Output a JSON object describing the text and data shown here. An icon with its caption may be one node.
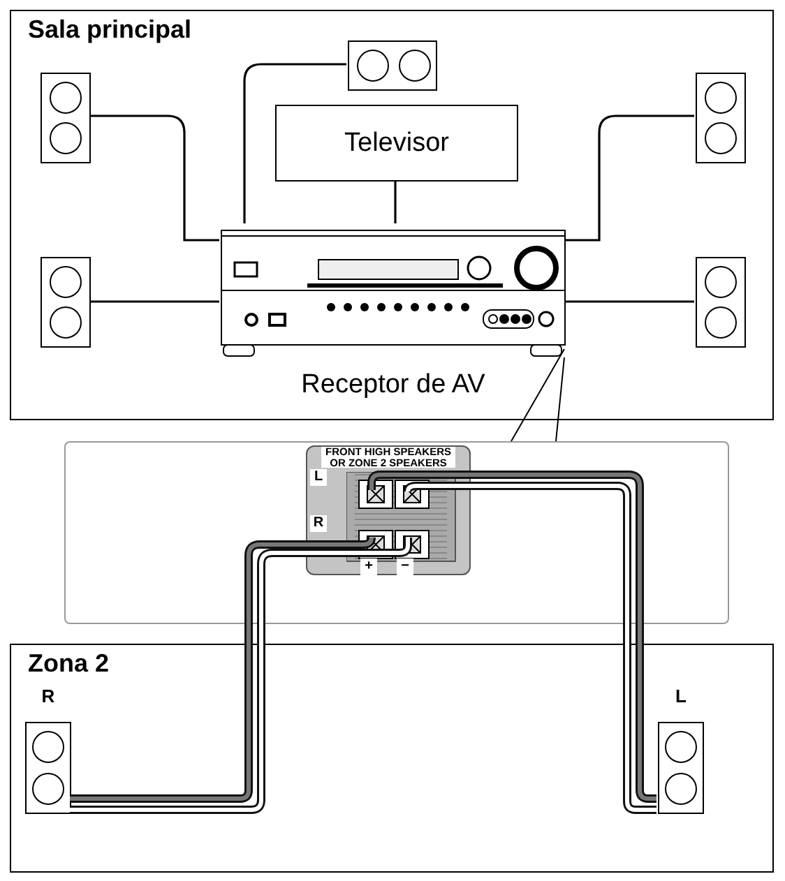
{
  "diagram": {
    "nodes": [
      {
        "text": [
          "Sala principal"
        ]
      },
      {
        "text": [],
        "shape": "box",
        "in": 0
      },
      {
        "text": [],
        "shape": "box",
        "in": 0
      },
      {
        "text": [
          "Televisor"
        ],
        "in": 0
      },
      {
        "text": [],
        "shape": "box",
        "in": 0
      },
      {
        "text": [
          "Receptor de AV"
        ],
        "in": 0
      },
      {
        "text": [],
        "shape": "box",
        "in": 0
      },
      {
        "text": [],
        "shape": "box",
        "in": 0
      },
      {
        "text": [],
        "shape": "box"
      },
      {
        "text": [
          "FRONT HIGH SPEAKERS OR ZONE 2 SPEAKERS"
        ],
        "in": 8
      },
      {
        "text": [
          "Zona 2"
        ]
      },
      {
        "text": [
          "R"
        ],
        "in": 10
      },
      {
        "text": [
          "L"
        ],
        "in": 10
      }
    ],
    "edges": [
      {
        "from": 1,
        "to": 5,
        "arrow": "none"
      },
      {
        "from": 2,
        "to": 5,
        "arrow": "none"
      },
      {
        "from": 3,
        "to": 5,
        "arrow": "none"
      },
      {
        "from": 4,
        "to": 5,
        "arrow": "none"
      },
      {
        "from": 6,
        "to": 5,
        "arrow": "none"
      },
      {
        "from": 7,
        "to": 5,
        "arrow": "none"
      },
      {
        "from": 5,
        "to": 8,
        "arrow": "none"
      },
      {
        "from": 9,
        "to": 11,
        "arrow": "none",
        "style": "thick"
      },
      {
        "from": 9,
        "to": 12,
        "arrow": "none",
        "style": "thick"
      }
    ],
    "labels": [
      "L",
      "R",
      "+",
      "−"
    ]
  }
}
